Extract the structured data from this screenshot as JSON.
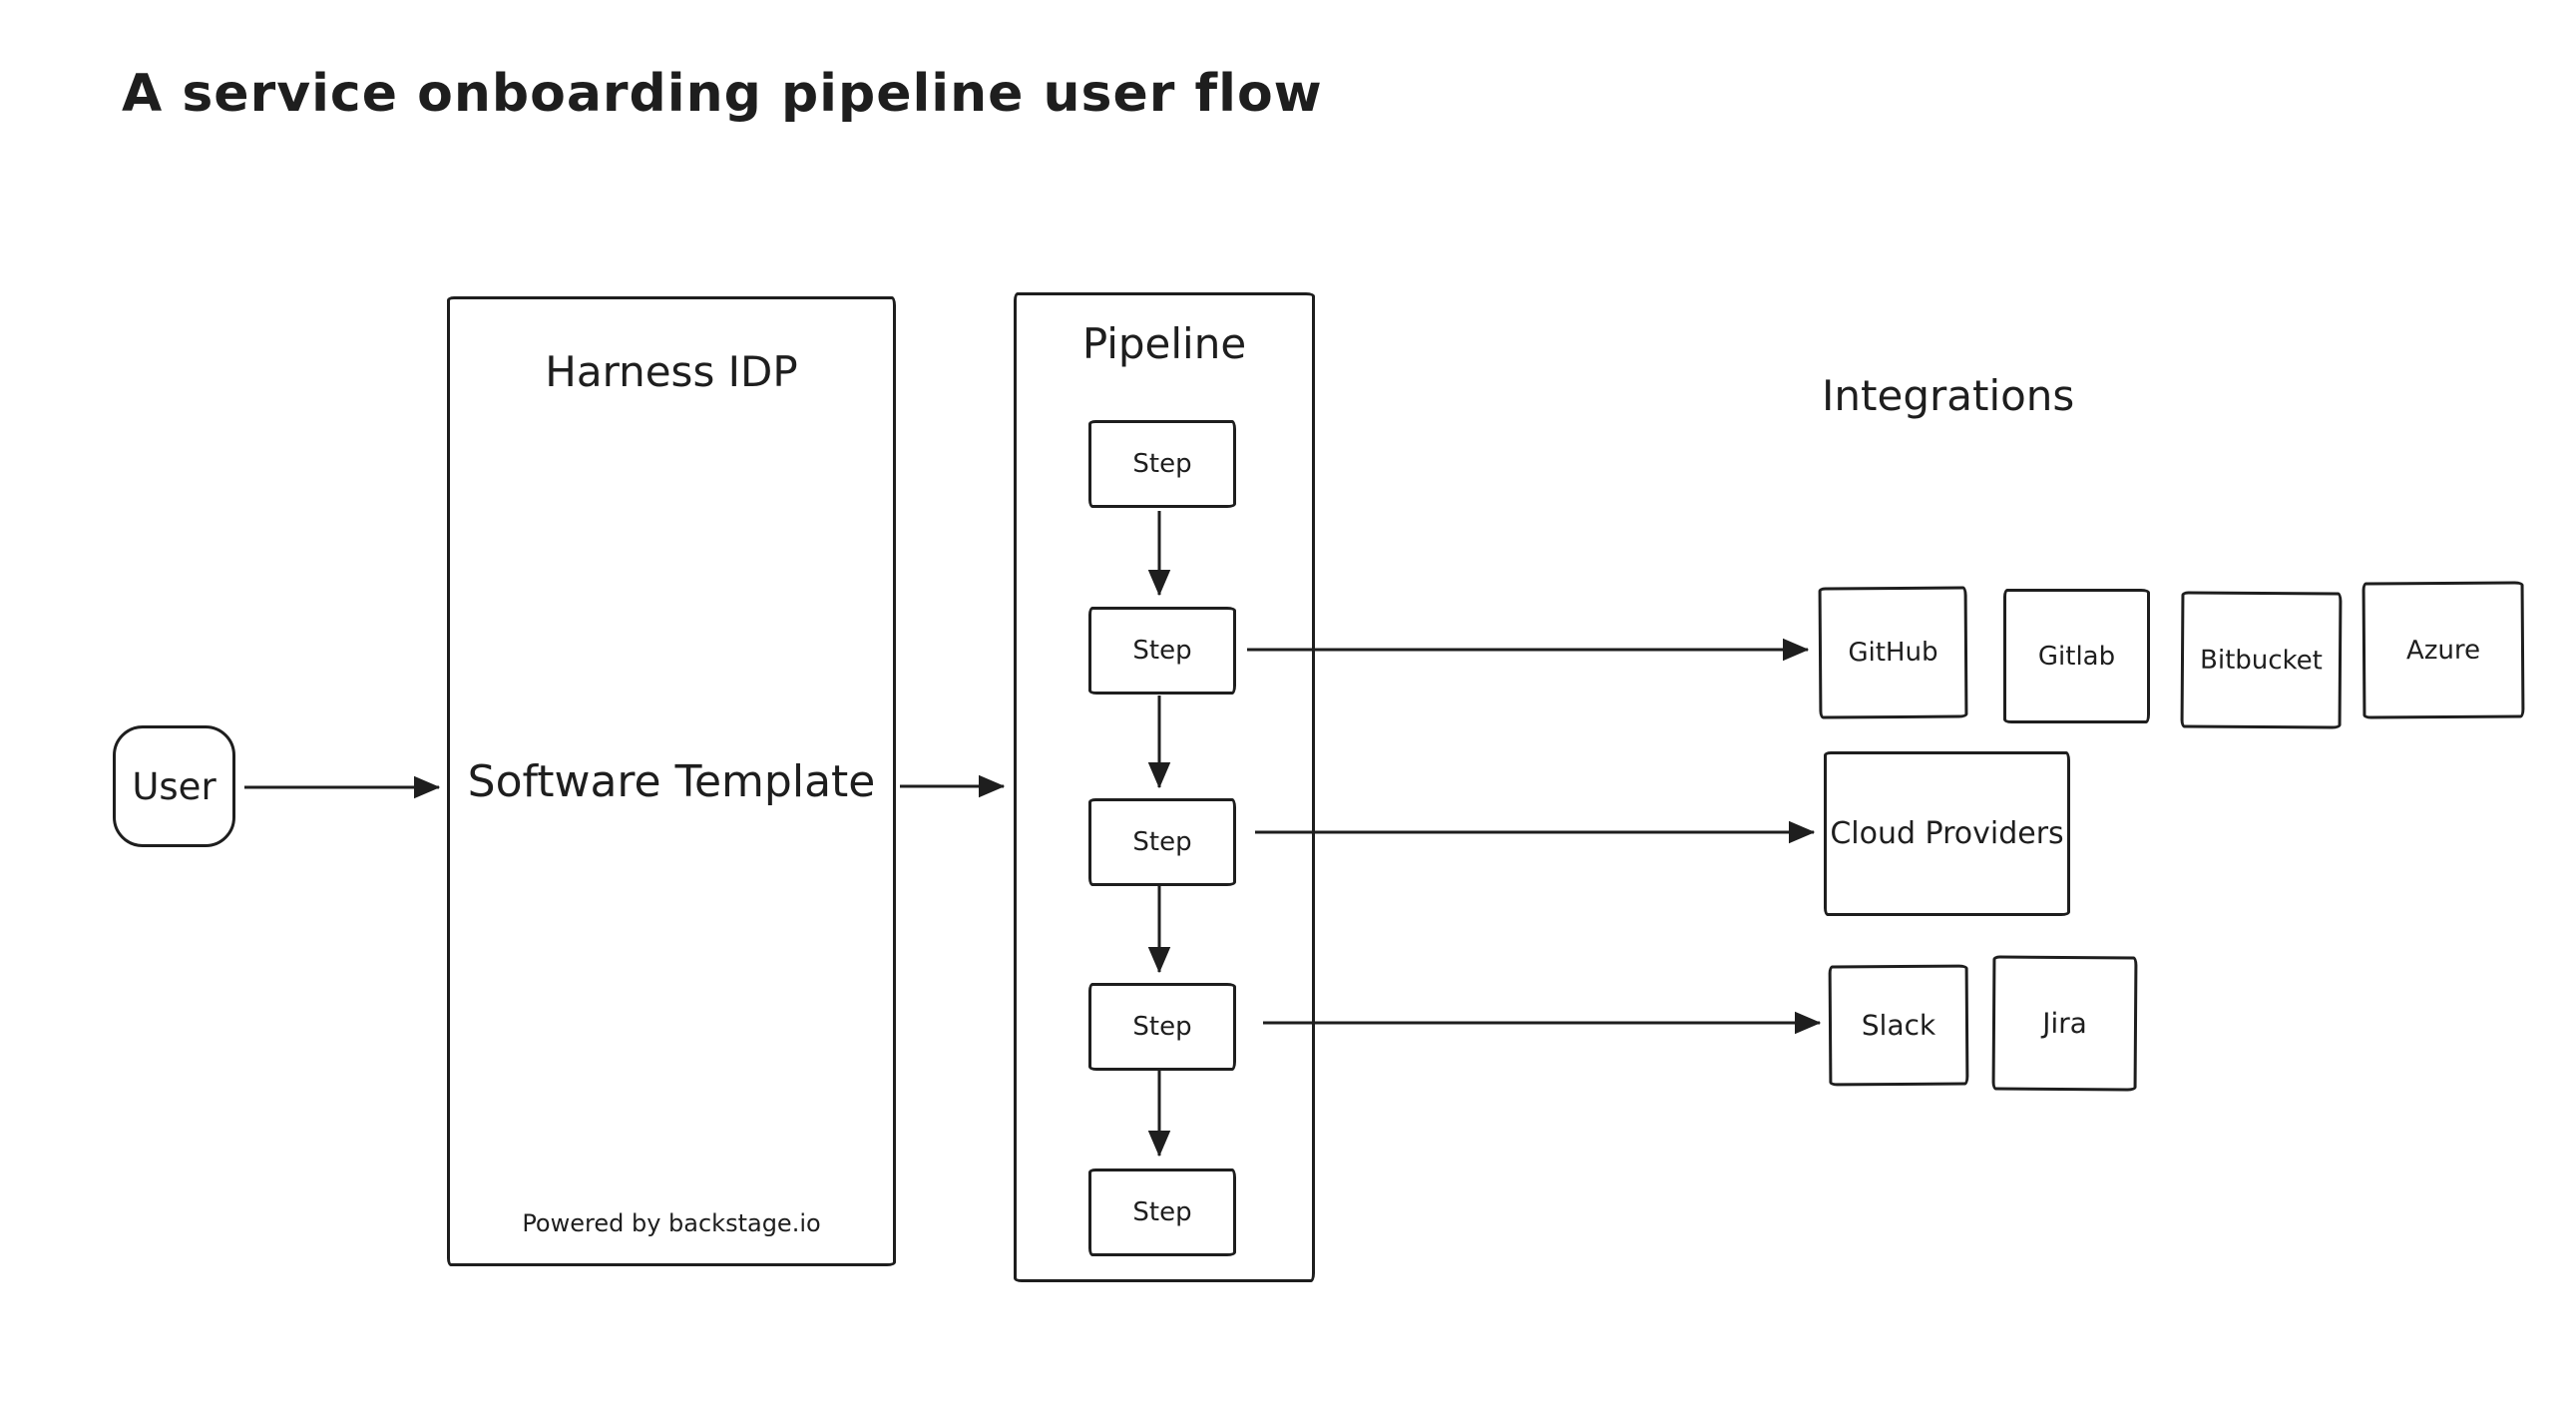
{
  "title": "A service onboarding pipeline user flow",
  "user": {
    "label": "User"
  },
  "harness": {
    "title": "Harness IDP",
    "label": "Software Template",
    "footer": "Powered by backstage.io"
  },
  "pipeline": {
    "title": "Pipeline",
    "steps": [
      "Step",
      "Step",
      "Step",
      "Step",
      "Step"
    ]
  },
  "integrations": {
    "title": "Integrations",
    "vcs": [
      "GitHub",
      "Gitlab",
      "Bitbucket",
      "Azure"
    ],
    "cloud": [
      "Cloud Providers"
    ],
    "tools": [
      "Slack",
      "Jira"
    ]
  },
  "edges": [
    {
      "from": "User",
      "to": "Software Template"
    },
    {
      "from": "Software Template",
      "to": "Pipeline"
    },
    {
      "from": "Step 1",
      "to": "Step 2"
    },
    {
      "from": "Step 2",
      "to": "Step 3"
    },
    {
      "from": "Step 3",
      "to": "Step 4"
    },
    {
      "from": "Step 4",
      "to": "Step 5"
    },
    {
      "from": "Step 2",
      "to": "GitHub"
    },
    {
      "from": "Step 3",
      "to": "Cloud Providers"
    },
    {
      "from": "Step 4",
      "to": "Slack"
    }
  ],
  "colors": {
    "ink": "#1e1e1e",
    "background": "#ffffff"
  }
}
